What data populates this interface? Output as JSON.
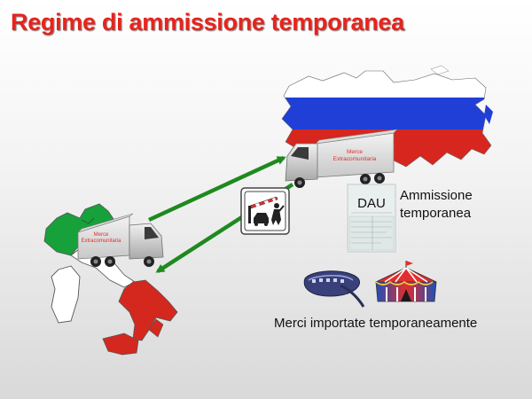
{
  "slide": {
    "title": "Regime di ammissione temporanea"
  },
  "truck_left": {
    "cargo_label_line1": "Merce",
    "cargo_label_line2": "Extracomunitaria"
  },
  "truck_right": {
    "cargo_label_line1": "Merce",
    "cargo_label_line2": "Extracomunitaria"
  },
  "document": {
    "label": "DAU"
  },
  "admission": {
    "line1": "Ammissione",
    "line2": "temporanea"
  },
  "goods_caption": "Merci importate temporaneamente",
  "icons": {
    "customs": "customs-barrier-icon",
    "film_reel": "film-reel-icon",
    "circus_tent": "circus-tent-icon"
  },
  "colors": {
    "title": "#e8231c",
    "arrow": "#1e8a1e",
    "italy_green": "#17a13a",
    "italy_red": "#d4281f",
    "russia_blue": "#1f3fd6",
    "russia_red": "#d7261d"
  }
}
